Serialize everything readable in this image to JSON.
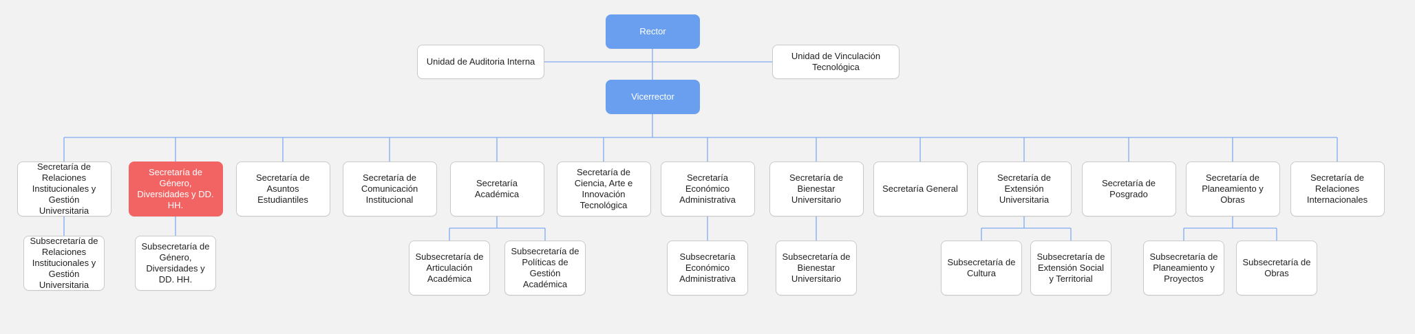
{
  "colors": {
    "background": "#f2f2f2",
    "connector": "#7eaaf0",
    "lead_node": "#6a9ff0",
    "selected_node": "#f26464",
    "node_border": "#c9c9c9"
  },
  "org": {
    "rector": "Rector",
    "vicerrector": "Vicerrector",
    "auditoria": "Unidad de Auditoria Interna",
    "vinculacion": "Unidad de Vinculación Tecnológica",
    "secretarias": [
      {
        "label": "Secretaría de Relaciones Institucionales y Gestión Universitaria",
        "subs": [
          "Subsecretaría de Relaciones Institucionales y Gestión Universitaria"
        ]
      },
      {
        "label": "Secretaría de Género, Diversidades y DD. HH.",
        "selected": true,
        "subs": [
          "Subsecretaría de Género, Diversidades y DD. HH."
        ]
      },
      {
        "label": "Secretaría de Asuntos Estudiantiles",
        "subs": []
      },
      {
        "label": "Secretaría de Comunicación Institucional",
        "subs": []
      },
      {
        "label": "Secretaría Académica",
        "subs": [
          "Subsecretaría de Articulación Académica",
          "Subsecretaría de Políticas de Gestión Académica"
        ]
      },
      {
        "label": "Secretaría de Ciencia, Arte e Innovación Tecnológica",
        "subs": []
      },
      {
        "label": "Secretaría Económico Administrativa",
        "subs": [
          "Subsecretaría Económico Administrativa"
        ]
      },
      {
        "label": "Secretaría de Bienestar Universitario",
        "subs": [
          "Subsecretaría de Bienestar Universitario"
        ]
      },
      {
        "label": "Secretaría General",
        "subs": []
      },
      {
        "label": "Secretaría de Extensión Universitaria",
        "subs": [
          "Subsecretaría de Cultura",
          "Subsecretaría de Extensión Social y Territorial"
        ]
      },
      {
        "label": "Secretaría de Posgrado",
        "subs": []
      },
      {
        "label": "Secretaría de Planeamiento y Obras",
        "subs": [
          "Subsecretaría de Planeamiento y Proyectos",
          "Subsecretaría de Obras"
        ]
      },
      {
        "label": "Secretaría de Relaciones Internacionales",
        "subs": []
      }
    ]
  }
}
